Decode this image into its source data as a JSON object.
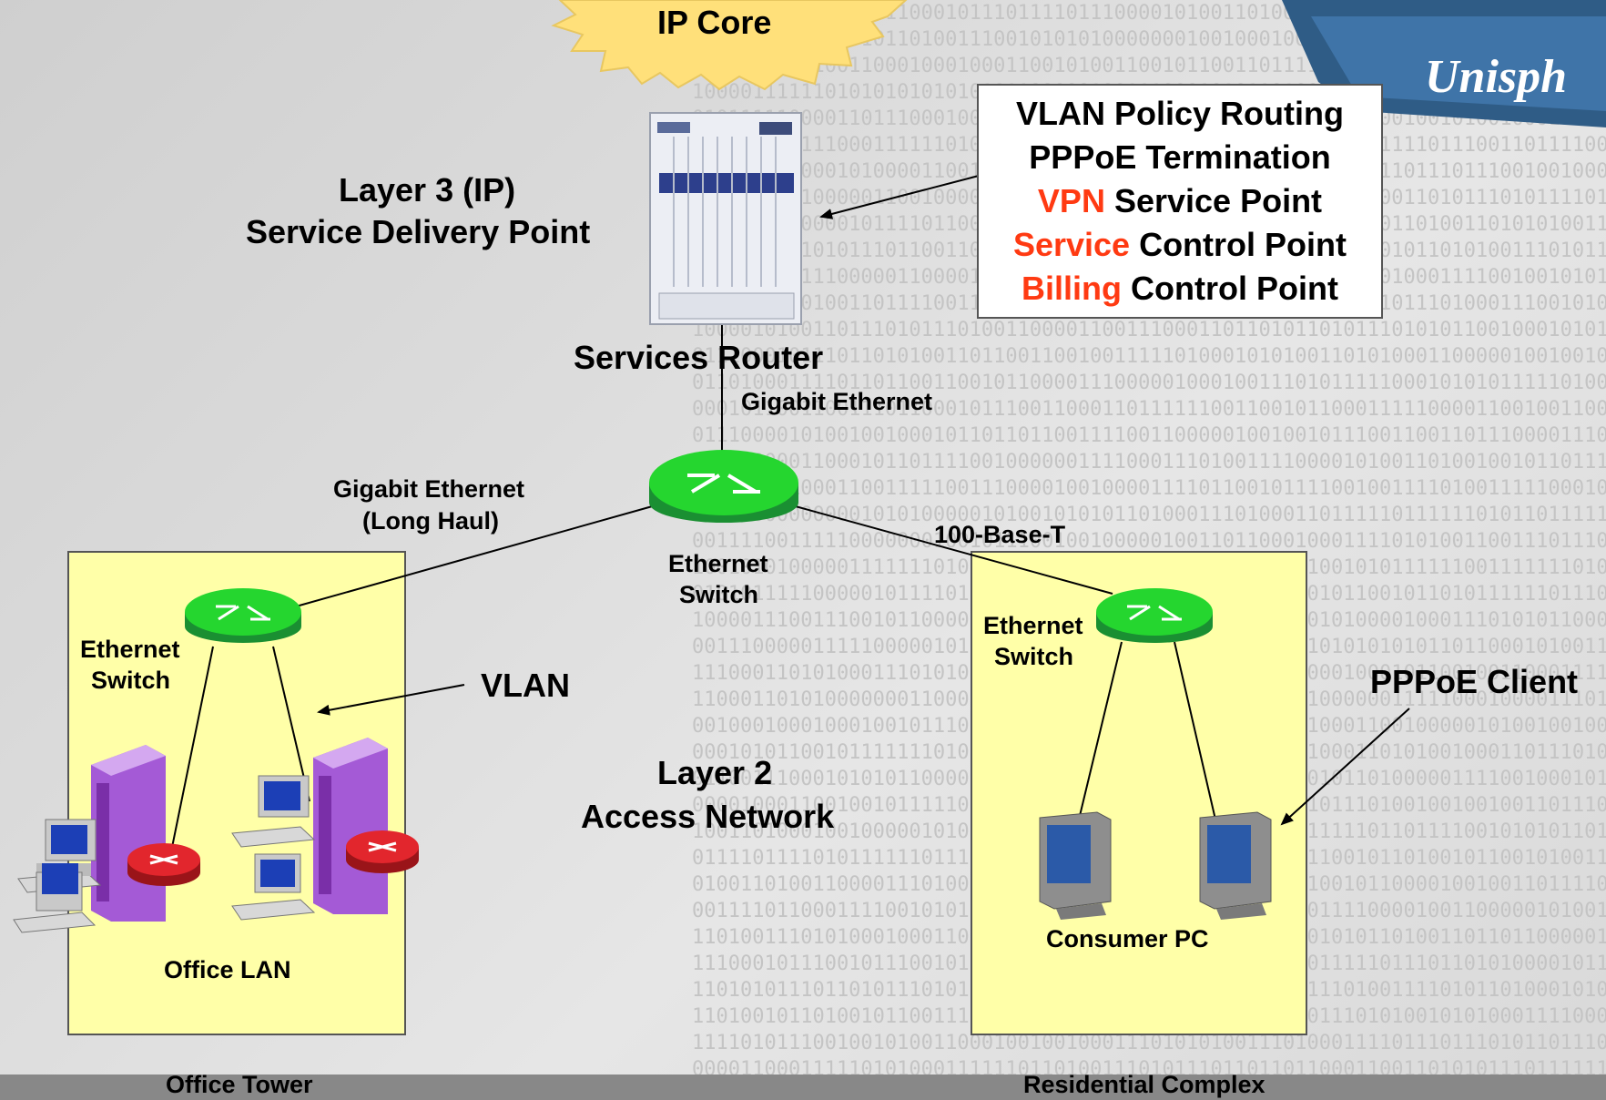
{
  "logo": {
    "text": "Unisph"
  },
  "core": {
    "label": "IP Core"
  },
  "service_delivery": {
    "line1": "Layer 3 (IP)",
    "line2": "Service Delivery Point"
  },
  "router": {
    "label": "Services Router"
  },
  "features": {
    "line1": "VLAN Policy Routing",
    "line2": "PPPoE Termination",
    "line3_highlight": "VPN",
    "line3_rest": " Service Point",
    "line4_highlight": "Service",
    "line4_rest": " Control Point",
    "line5_highlight": "Billing",
    "line5_rest": " Control Point"
  },
  "links": {
    "router_switch": "Gigabit Ethernet",
    "office_uplink_1": "Gigabit Ethernet",
    "office_uplink_2": "(Long Haul)",
    "residential_uplink": "100-Base-T"
  },
  "center_switch": {
    "line1": "Ethernet",
    "line2": "Switch"
  },
  "office_switch": {
    "line1": "Ethernet",
    "line2": "Switch"
  },
  "residential_switch": {
    "line1": "Ethernet",
    "line2": "Switch"
  },
  "vlan": {
    "label": "VLAN"
  },
  "access": {
    "line1": "Layer 2",
    "line2": "Access Network"
  },
  "pppoe_client": {
    "label": "PPPoE Client"
  },
  "office_lan": {
    "label": "Office LAN"
  },
  "consumer_pc": {
    "label": "Consumer PC"
  },
  "office_tower": {
    "label": "Office Tower"
  },
  "residential_complex": {
    "label": "Residential Complex"
  },
  "colors": {
    "highlight": "#ff3a12",
    "box_fill": "#ffffa8",
    "switch_green": "#1fd12f",
    "router_red": "#d81f26",
    "server_purple": "#a45ad6"
  }
}
